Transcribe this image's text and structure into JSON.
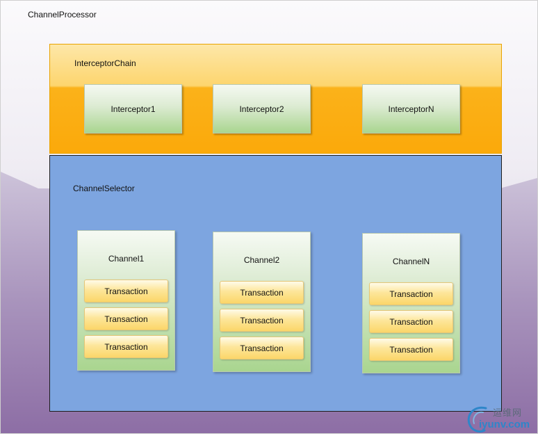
{
  "processor": {
    "label": "ChannelProcessor"
  },
  "chain": {
    "label": "InterceptorChain",
    "interceptors": [
      "Interceptor1",
      "Interceptor2",
      "InterceptorN"
    ]
  },
  "selector": {
    "label": "ChannelSelector",
    "channels": [
      {
        "name": "Channel1",
        "transactions": [
          "Transaction",
          "Transaction",
          "Transaction"
        ]
      },
      {
        "name": "Channel2",
        "transactions": [
          "Transaction",
          "Transaction",
          "Transaction"
        ]
      },
      {
        "name": "ChannelN",
        "transactions": [
          "Transaction",
          "Transaction",
          "Transaction"
        ]
      }
    ]
  },
  "watermark": {
    "cn": "运维网",
    "en": "iyunv.com"
  }
}
